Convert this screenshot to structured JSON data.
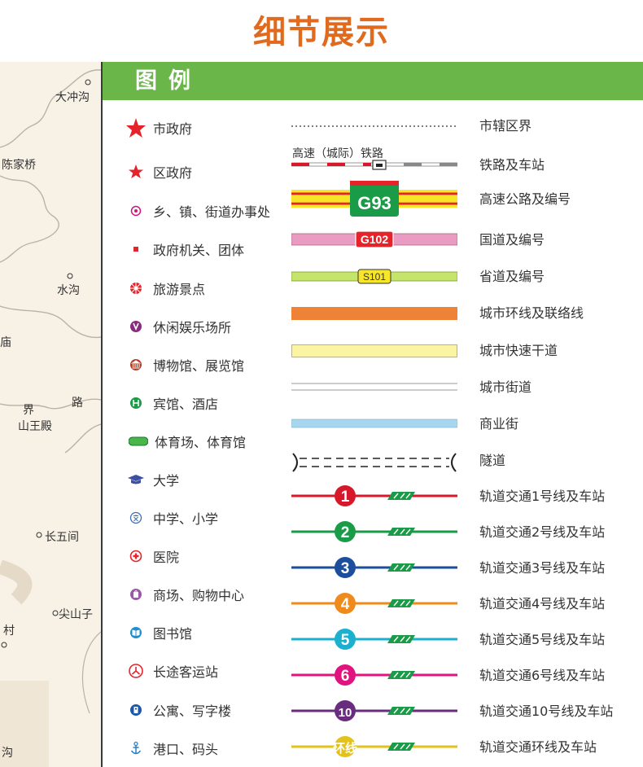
{
  "page_title": "细节展示",
  "colors": {
    "title": "#e06a1e",
    "header": "#6ab648",
    "star": "#e4232b"
  },
  "legend_header": "图例",
  "map_places": [
    {
      "id": "dachonggou",
      "text": "大冲沟"
    },
    {
      "id": "chenjiaqiao",
      "text": "陈家桥"
    },
    {
      "id": "shuigou",
      "text": "水沟"
    },
    {
      "id": "miao",
      "text": "庙"
    },
    {
      "id": "jie",
      "text": "界"
    },
    {
      "id": "lu",
      "text": "路"
    },
    {
      "id": "shanwangdian",
      "text": "山王殿"
    },
    {
      "id": "changwujian",
      "text": "长五间"
    },
    {
      "id": "jianshanzi",
      "text": "尖山子"
    },
    {
      "id": "cun",
      "text": "村"
    },
    {
      "id": "gou",
      "text": "沟"
    }
  ],
  "left_items": [
    {
      "label": "市政府",
      "icon": "star-large-icon"
    },
    {
      "label": "区政府",
      "icon": "star-small-icon"
    },
    {
      "label": "乡、镇、街道办事处",
      "icon": "concentric-circle-icon"
    },
    {
      "label": "政府机关、团体",
      "icon": "red-square-icon"
    },
    {
      "label": "旅游景点",
      "icon": "tourist-flower-icon"
    },
    {
      "label": "休闲娱乐场所",
      "icon": "leisure-icon"
    },
    {
      "label": "博物馆、展览馆",
      "icon": "museum-icon"
    },
    {
      "label": "宾馆、酒店",
      "icon": "hotel-icon"
    },
    {
      "label": "体育场、体育馆",
      "icon": "stadium-icon"
    },
    {
      "label": "大学",
      "icon": "graduation-cap-icon"
    },
    {
      "label": "中学、小学",
      "icon": "school-icon"
    },
    {
      "label": "医院",
      "icon": "hospital-icon"
    },
    {
      "label": "商场、购物中心",
      "icon": "mall-icon"
    },
    {
      "label": "图书馆",
      "icon": "library-icon"
    },
    {
      "label": "长途客运站",
      "icon": "bus-station-icon"
    },
    {
      "label": "公寓、写字楼",
      "icon": "office-icon"
    },
    {
      "label": "港口、码头",
      "icon": "anchor-icon"
    }
  ],
  "rail_label": "高速（城际）铁路",
  "highway_codes": {
    "expressway": "G93",
    "national": "G102",
    "provincial": "S101"
  },
  "right_items": [
    "市辖区界",
    "铁路及车站",
    "高速公路及编号",
    "国道及编号",
    "省道及编号",
    "城市环线及联络线",
    "城市快速干道",
    "城市街道",
    "商业街",
    "隧道",
    "轨道交通1号线及车站",
    "轨道交通2号线及车站",
    "轨道交通3号线及车站",
    "轨道交通4号线及车站",
    "轨道交通5号线及车站",
    "轨道交通6号线及车站",
    "轨道交通10号线及车站",
    "轨道交通环线及车站"
  ],
  "metro_lines": [
    {
      "num": "1",
      "color": "#d7182a"
    },
    {
      "num": "2",
      "color": "#1a9b48"
    },
    {
      "num": "3",
      "color": "#1b4f9c"
    },
    {
      "num": "4",
      "color": "#ef8a1d"
    },
    {
      "num": "5",
      "color": "#1bb0cf"
    },
    {
      "num": "6",
      "color": "#e0147e"
    },
    {
      "num": "10",
      "color": "#6a2c7e"
    },
    {
      "num": "环线",
      "color": "#e2c21b"
    }
  ]
}
